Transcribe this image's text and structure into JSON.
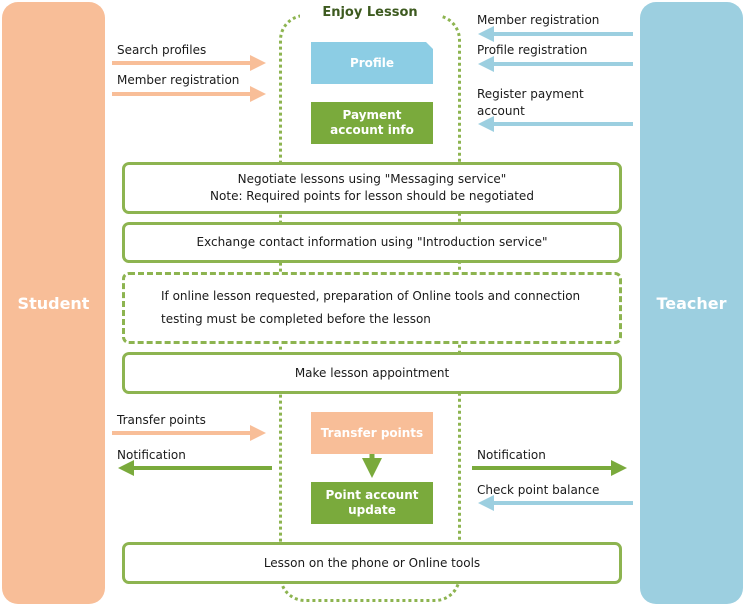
{
  "actors": {
    "student": "Student",
    "teacher": "Teacher"
  },
  "enjoy_title": "Enjoy Lesson",
  "student_actions": {
    "search_profiles": "Search profiles",
    "member_registration": "Member registration",
    "transfer_points": "Transfer points",
    "notification": "Notification"
  },
  "teacher_actions": {
    "member_registration": "Member registration",
    "profile_registration": "Profile registration",
    "register_payment_line1": "Register payment",
    "register_payment_line2": "account",
    "notification": "Notification",
    "check_point_balance": "Check point balance"
  },
  "boxes": {
    "profile": "Profile",
    "payment_line1": "Payment",
    "payment_line2": "account info",
    "transfer_points": "Transfer points",
    "point_update_line1": "Point account",
    "point_update_line2": "update"
  },
  "steps": {
    "negotiate_line1": "Negotiate lessons using \"Messaging service\"",
    "negotiate_line2": "Note: Required points for lesson should be negotiated",
    "exchange": "Exchange contact information using \"Introduction service\"",
    "online_line1": "If online lesson requested, preparation of Online tools and connection",
    "online_line2": "testing must be completed before the lesson",
    "appointment": "Make lesson appointment",
    "lesson": "Lesson on the phone or Online tools"
  },
  "colors": {
    "student": "#f8be98",
    "teacher": "#9ccfe0",
    "green": "#7aaa3c",
    "green_border": "#8db450",
    "profile_blue": "#8ccde4"
  }
}
